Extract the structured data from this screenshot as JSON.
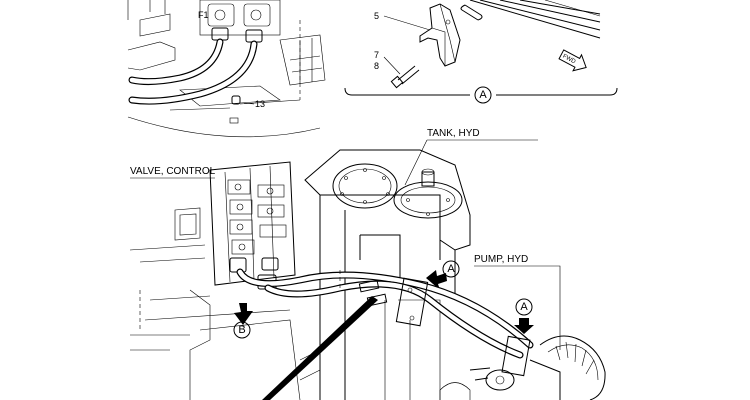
{
  "labels": {
    "tank": "TANK, HYD",
    "valve": "VALVE, CONTROL",
    "pump": "PUMP, HYD"
  },
  "callouts": {
    "n5": "5",
    "n7": "7",
    "n8": "8",
    "n13": "13"
  },
  "view_refs": {
    "a_detail": "A",
    "a_tank": "A",
    "a_pump": "A",
    "b_valve": "B"
  },
  "fwd_arrow": "FWD"
}
